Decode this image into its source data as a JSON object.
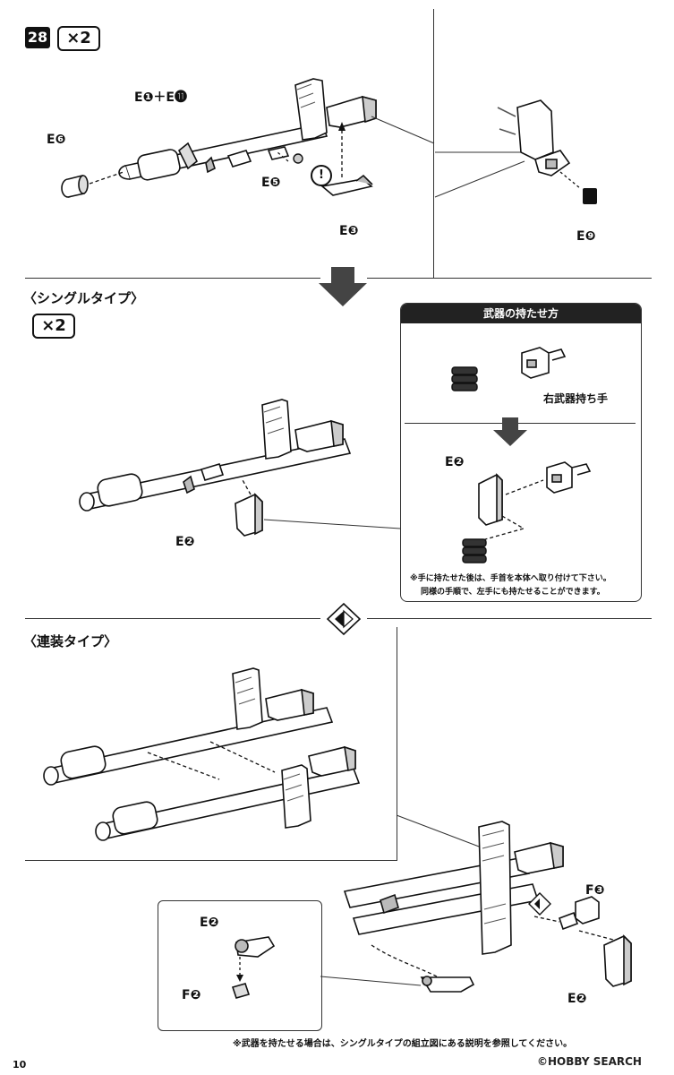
{
  "step": {
    "number": "28",
    "quantity": "×2"
  },
  "top_labels": {
    "e1_e11": "E❶＋E⓫",
    "e6": "E❻",
    "e5": "E❺",
    "e3": "E❸",
    "e9": "E❾",
    "caution": "!"
  },
  "single_type": {
    "title": "〈シングルタイプ〉",
    "quantity": "×2",
    "e2": "E❷"
  },
  "holding_inset": {
    "title": "武器の持たせ方",
    "right_hand_label": "右武器持ち手",
    "e2": "E❷",
    "note_line1": "※手に持たせた後は、手首を本体へ取り付けて下さい。",
    "note_line2": "同様の手順で、左手にも持たせることができます。"
  },
  "twin_type": {
    "title": "〈連装タイプ〉",
    "f3": "F❸",
    "e2": "E❷",
    "detail_e2": "E❷",
    "detail_f2": "F❷",
    "note": "※武器を持たせる場合は、シングルタイプの組立図にある説明を参照してください。"
  },
  "footer": {
    "page_number": "10",
    "watermark": "©HOBBY SEARCH"
  }
}
